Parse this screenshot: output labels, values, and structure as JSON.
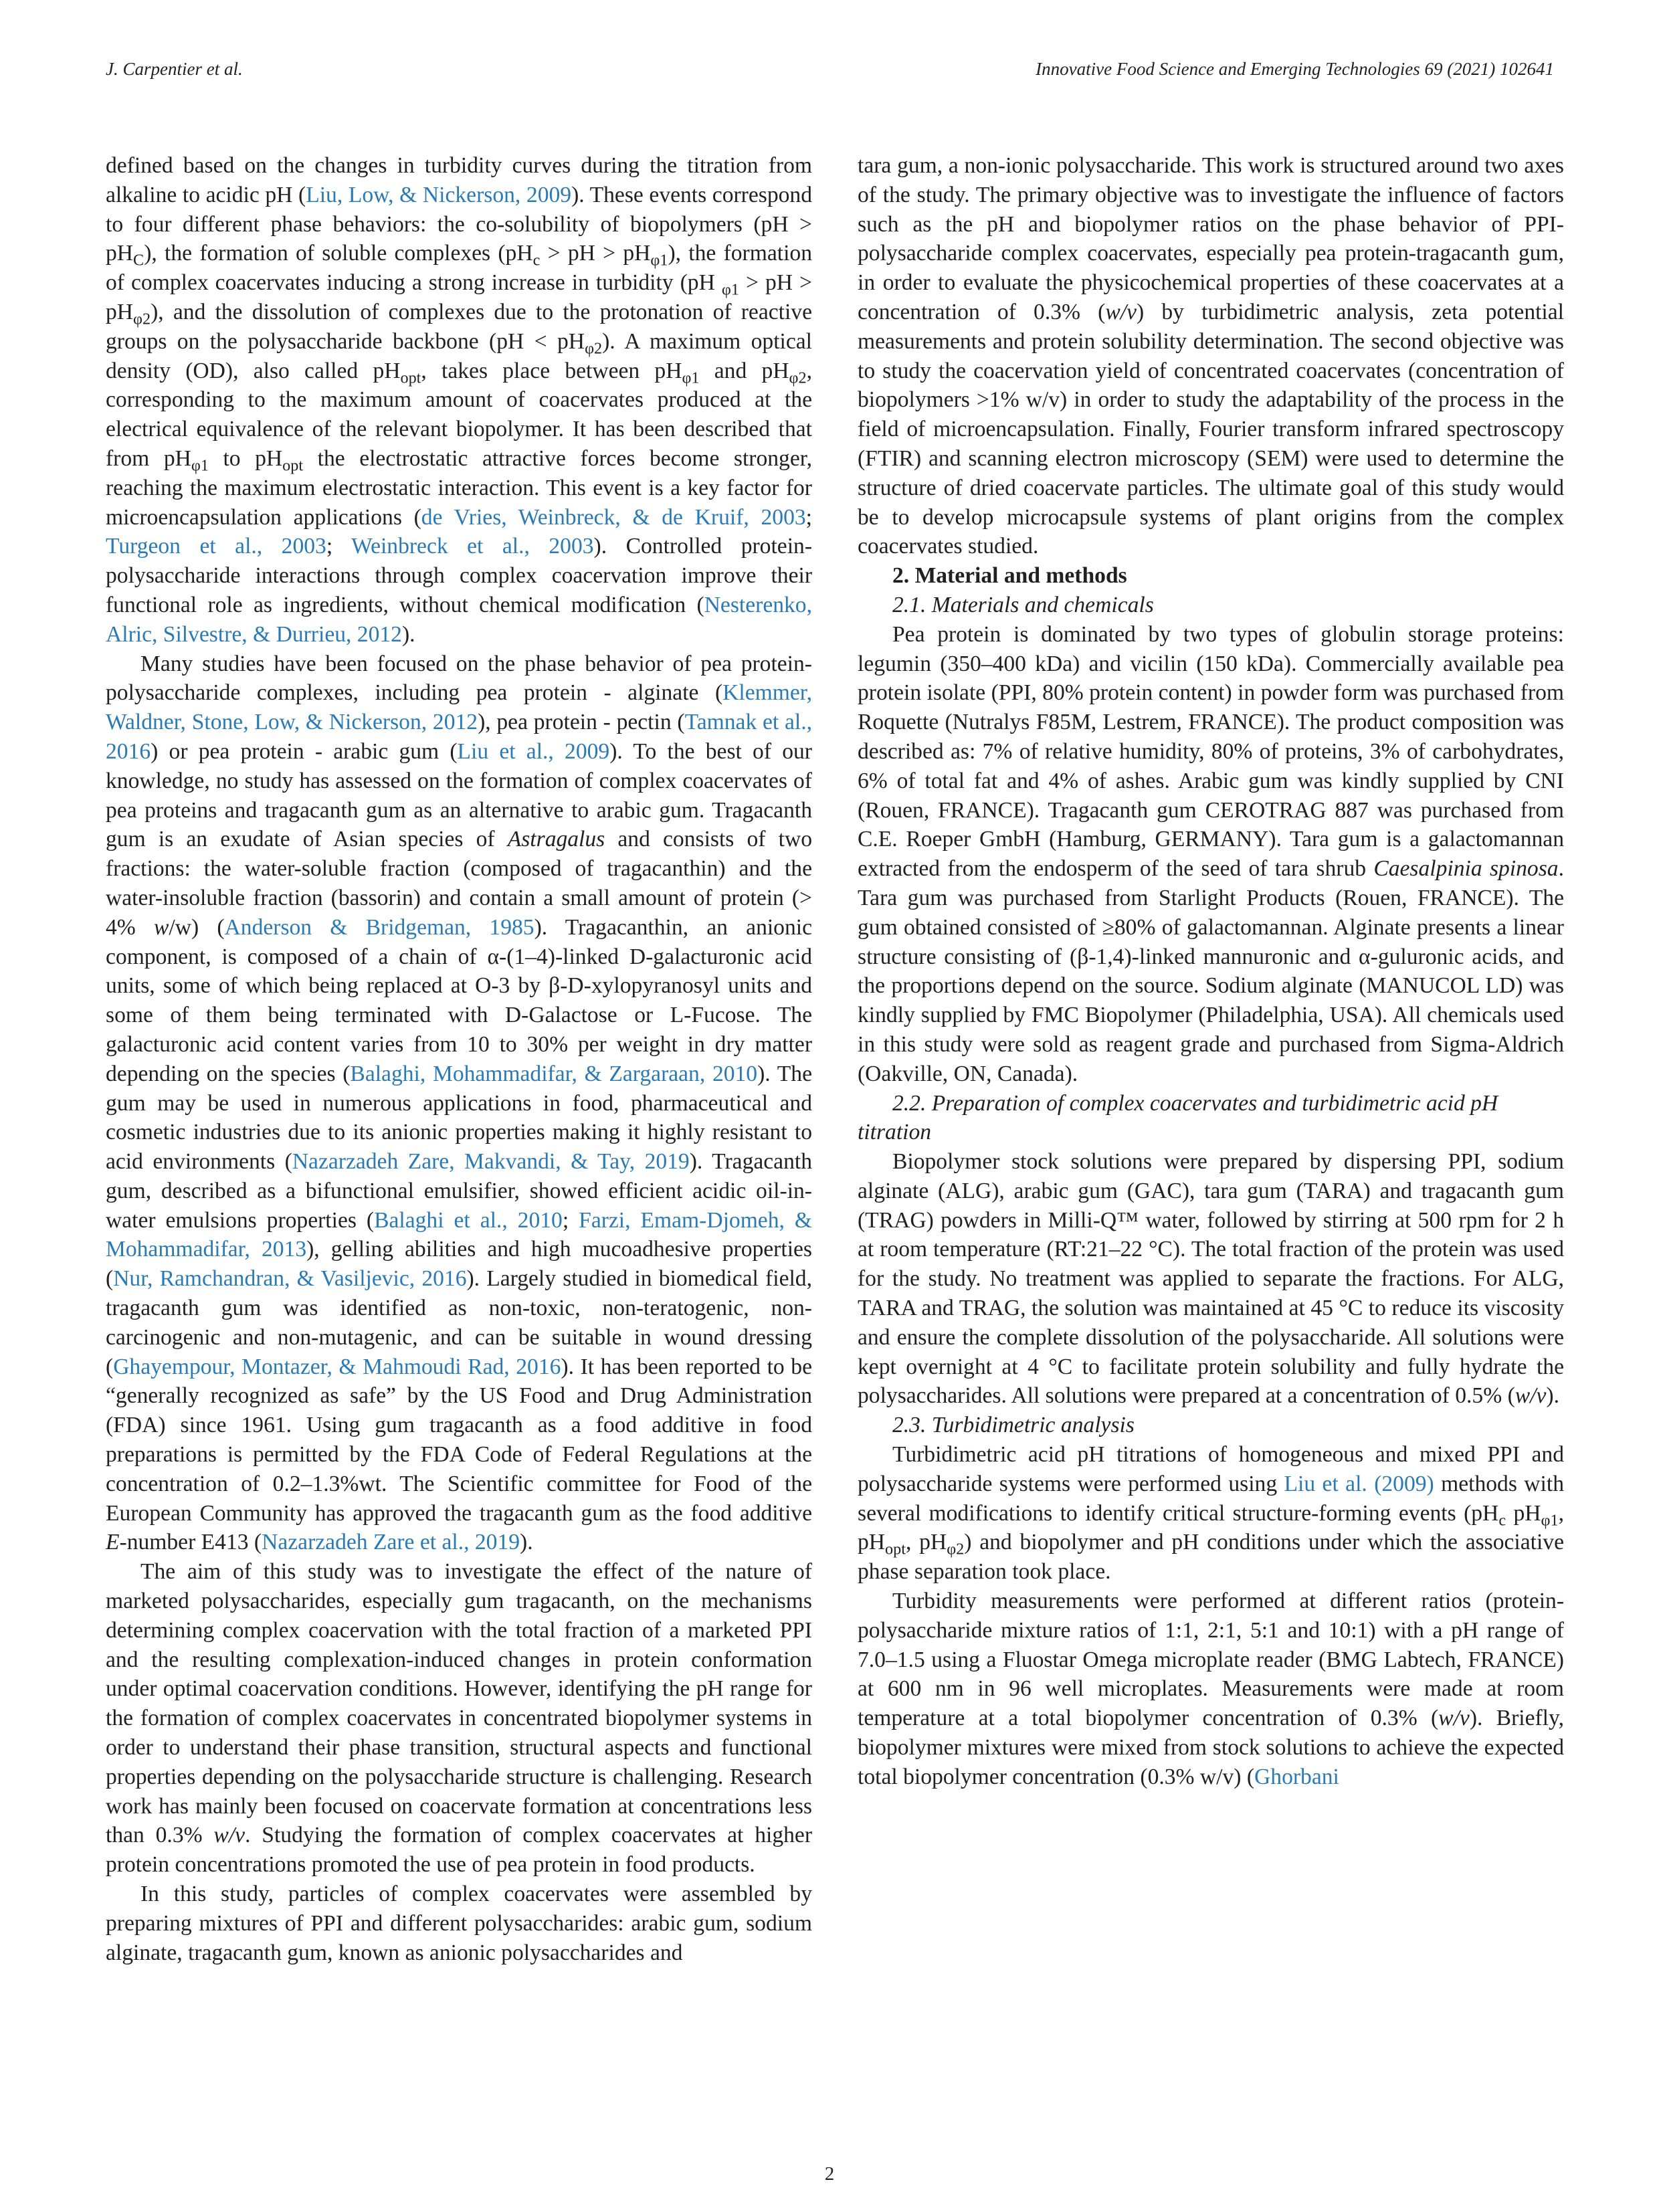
{
  "header": {
    "left": "J. Carpentier et al.",
    "right": "Innovative Food Science and Emerging Technologies 69 (2021) 102641"
  },
  "page_number": "2",
  "sections": {
    "s2": "2.  Material and methods",
    "s21": "2.1.  Materials and chemicals",
    "s22": "2.2.  Preparation of complex coacervates and turbidimetric acid pH titration",
    "s23": "2.3.  Turbidimetric analysis"
  },
  "refs": {
    "liu2009a": "Liu, Low, & Nickerson, 2009",
    "devries": "de Vries, Weinbreck, & de Kruif, 2003",
    "turgeon": "Turgeon et al., 2003",
    "weinbreck": "Weinbreck et al., 2003",
    "nesterenko": "Nesterenko, Alric, Silvestre, & Durrieu, 2012",
    "klemmer": "Klemmer, Waldner, Stone, Low, & Nickerson, 2012",
    "tamnak": "Tamnak et al., 2016",
    "liu2009b": "Liu et al., 2009",
    "anderson": "Anderson & Bridgeman, 1985",
    "balaghi2010": "Balaghi, Mohammadifar, & Zargaraan, 2010",
    "nazarzadeh2019a": "Nazarzadeh Zare, Makvandi, & Tay, 2019",
    "balaghi2010b": "Balaghi et al., 2010",
    "farzi": "Farzi, Emam-Djomeh, & Mohammadifar, 2013",
    "nur": "Nur, Ramchandran, & Vasiljevic, 2016",
    "ghayempour": "Ghayempour, Montazer, & Mahmoudi Rad, 2016",
    "nazarzadeh2019b": "Nazarzadeh Zare et al., 2019",
    "liu2009c": "Liu et al. (2009)",
    "ghorbani": "Ghorbani"
  }
}
